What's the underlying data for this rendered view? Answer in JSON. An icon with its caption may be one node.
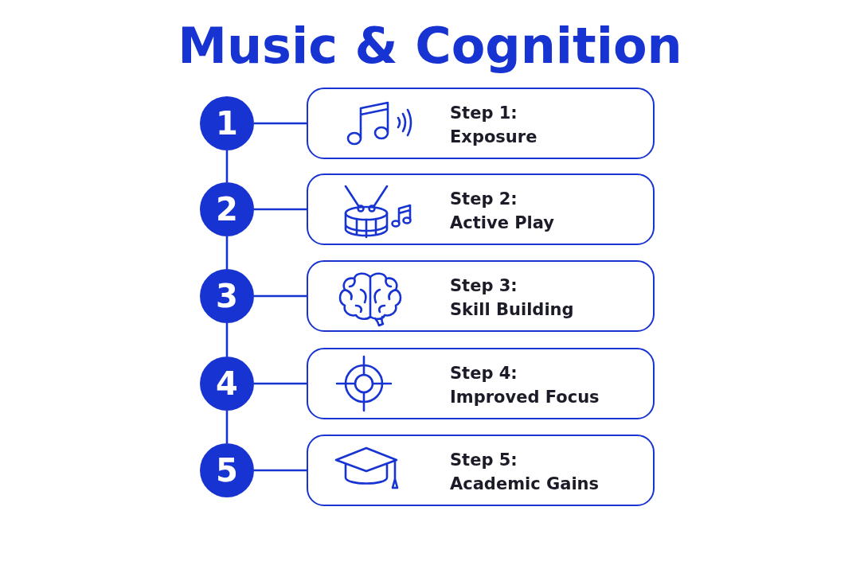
{
  "diagram": {
    "title": "Music & Cognition",
    "nodes": [
      {
        "text": [
          "1"
        ]
      },
      {
        "text": [
          "Step 1:",
          "Exposure"
        ]
      },
      {
        "text": [
          "2"
        ]
      },
      {
        "text": [
          "Step 2:",
          "Active Play"
        ]
      },
      {
        "text": [
          "3"
        ]
      },
      {
        "text": [
          "Step 3:",
          "Skill Building"
        ]
      },
      {
        "text": [
          "4"
        ]
      },
      {
        "text": [
          "Step 4:",
          "Improved Focus"
        ]
      },
      {
        "text": [
          "5"
        ]
      },
      {
        "text": [
          "Step 5:",
          "Academic Gains"
        ]
      }
    ],
    "edges": [
      {
        "from": 0,
        "to": 1,
        "arrow": "none"
      },
      {
        "from": 0,
        "to": 2,
        "arrow": "none"
      },
      {
        "from": 2,
        "to": 3,
        "arrow": "none"
      },
      {
        "from": 2,
        "to": 4,
        "arrow": "none"
      },
      {
        "from": 4,
        "to": 5,
        "arrow": "none"
      },
      {
        "from": 4,
        "to": 6,
        "arrow": "none"
      },
      {
        "from": 6,
        "to": 7,
        "arrow": "none"
      },
      {
        "from": 6,
        "to": 8,
        "arrow": "none"
      },
      {
        "from": 8,
        "to": 9,
        "arrow": "none"
      }
    ]
  }
}
